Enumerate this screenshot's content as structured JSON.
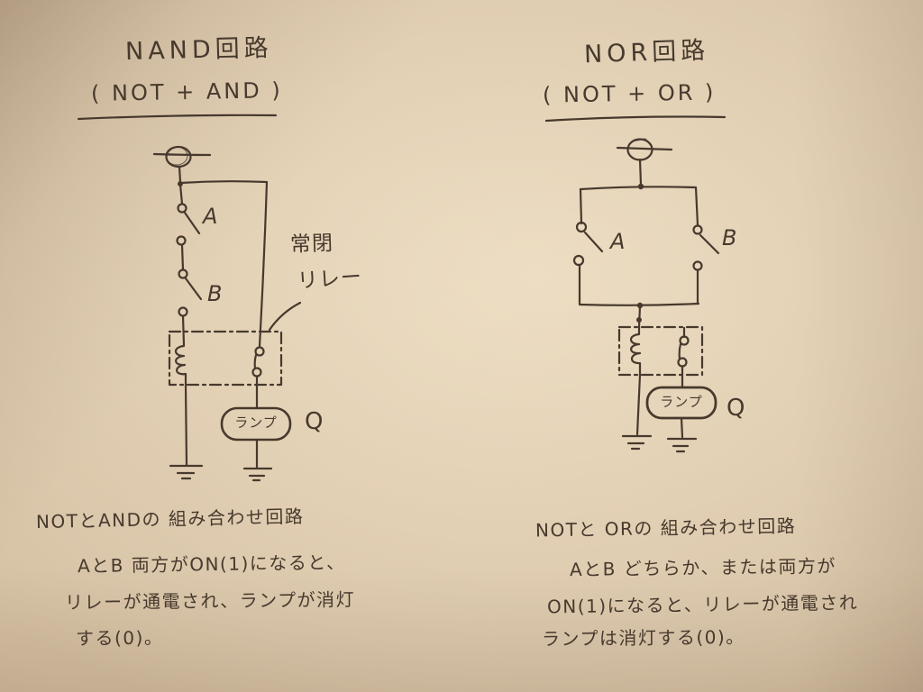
{
  "paper": {
    "background": "#d5c0a3",
    "ink": "#47392d"
  },
  "nand": {
    "title": "NAND回路",
    "subtitle": "( NOT + AND )",
    "input_a": "A",
    "input_b": "B",
    "relay_note_line1": "常閉",
    "relay_note_line2": "リレー",
    "lamp_label": "ランプ",
    "output_label": "Q",
    "description": [
      "NOTとANDの 組み合わせ回路",
      "AとB 両方がON(1)になると、",
      "リレーが通電され、ランプが消灯",
      "する(0)。"
    ]
  },
  "nor": {
    "title": "NOR回路",
    "subtitle": "( NOT + OR )",
    "input_a": "A",
    "input_b": "B",
    "lamp_label": "ランプ",
    "output_label": "Q",
    "description": [
      "NOTと ORの 組み合わせ回路",
      "AとB どちらか、または両方が",
      "ON(1)になると、リレーが通電され",
      "ランプは消灯する(0)。"
    ]
  }
}
